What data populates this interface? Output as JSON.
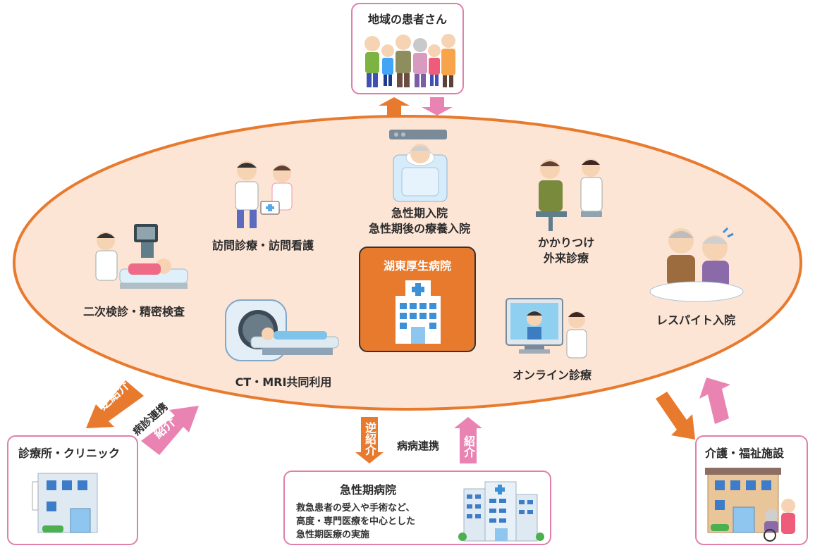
{
  "center_hospital": {
    "name": "湖東厚生病院",
    "color": "#e87a2e"
  },
  "patients_box": {
    "title": "地域の患者さん"
  },
  "services": {
    "acute_inpatient_line1": "急性期入院",
    "acute_inpatient_line2": "急性期後の療養入院",
    "home_visit": "訪問診療・訪問看護",
    "family_outpatient_line1": "かかりつけ",
    "family_outpatient_line2": "外来診療",
    "secondary_exam": "二次検診・精密検査",
    "respite": "レスパイト入院",
    "ct_mri": "CT・MRI共同利用",
    "online": "オンライン診療"
  },
  "clinic_box": {
    "title": "診療所・クリニック"
  },
  "acute_hospital_box": {
    "title": "急性期病院",
    "desc_line1": "救急患者の受入や手術など、",
    "desc_line2": "高度・専門医療を中心とした",
    "desc_line3": "急性期医療の実施"
  },
  "care_box": {
    "title": "介護・福祉施設"
  },
  "arrows": {
    "reverse_referral": "逆紹介",
    "referral": "紹介",
    "hospital_clinic_link": "病診連携",
    "hospital_hospital_link": "病病連携"
  },
  "colors": {
    "orange": "#e87a2e",
    "pink": "#e983b2",
    "ellipse_fill": "#fde5d6",
    "box_border": "#e07fa9"
  }
}
